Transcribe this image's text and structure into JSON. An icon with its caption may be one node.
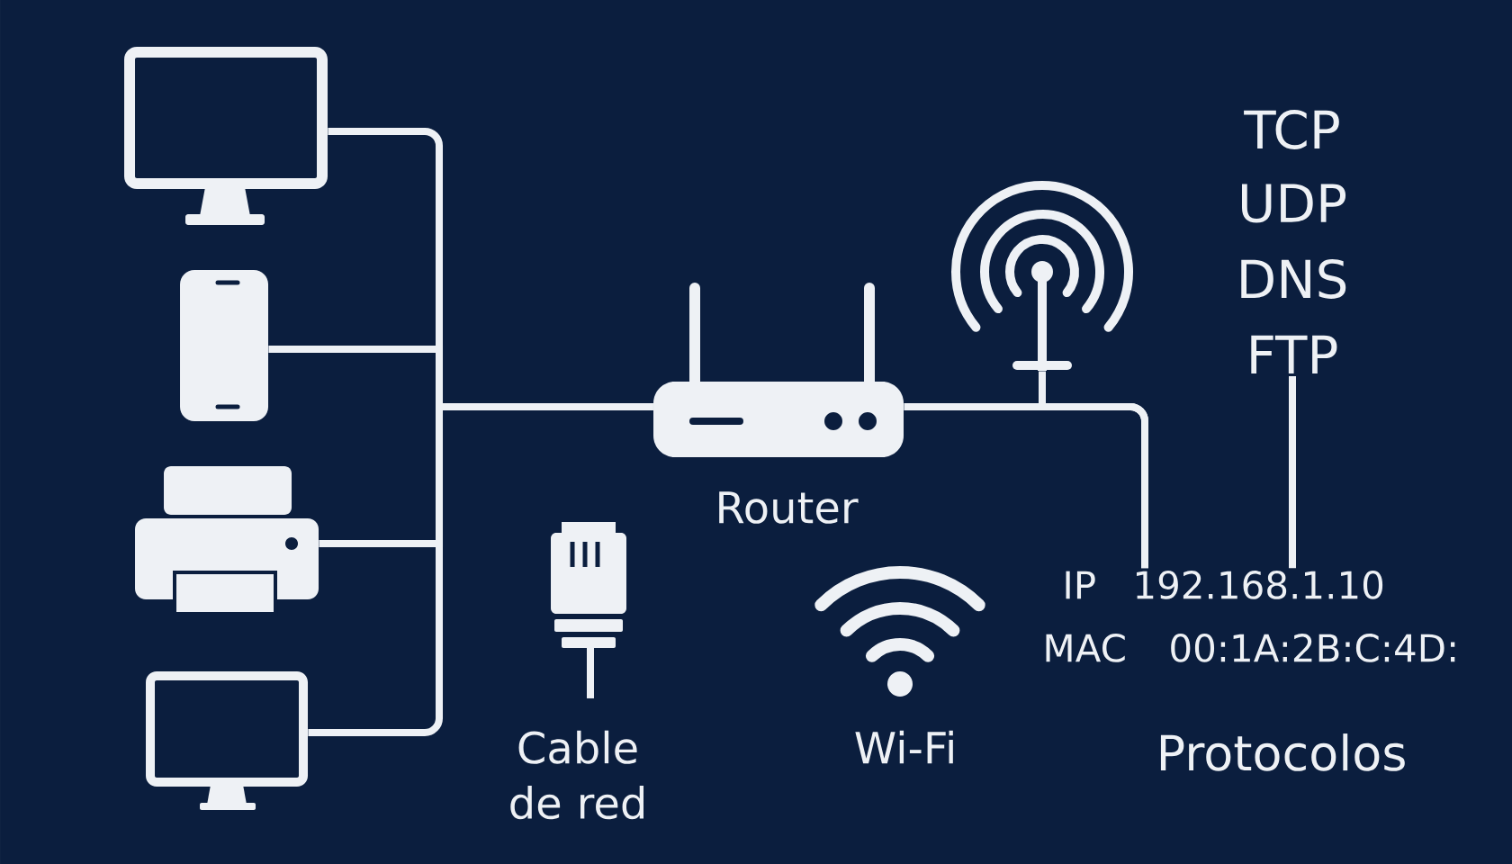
{
  "diagram": {
    "nodes": [
      {
        "text": [],
        "shape": "picture"
      },
      {
        "text": [],
        "shape": "picture"
      },
      {
        "text": [],
        "shape": "picture"
      },
      {
        "text": [],
        "shape": "picture"
      },
      {
        "text": [],
        "shape": "picture",
        "beside": [
          "Router"
        ]
      },
      {
        "text": [],
        "shape": "picture"
      },
      {
        "text": [
          "TCP",
          "UDP",
          "DNS",
          "FTP"
        ]
      },
      {
        "text": [
          "IP",
          "192.168.1.10"
        ]
      },
      {
        "text": [],
        "shape": "picture",
        "beside": [
          "Cable de red"
        ]
      },
      {
        "text": [],
        "shape": "picture",
        "beside": [
          "Wi-Fi"
        ]
      }
    ],
    "edges": [
      {
        "from": 0,
        "to": 4,
        "arrow": "none"
      },
      {
        "from": 1,
        "to": 4,
        "arrow": "none"
      },
      {
        "from": 2,
        "to": 4,
        "arrow": "none"
      },
      {
        "from": 3,
        "to": 4,
        "arrow": "none"
      },
      {
        "from": 4,
        "to": 7,
        "arrow": "none"
      },
      {
        "from": 5,
        "to": 7,
        "arrow": "none"
      },
      {
        "from": 6,
        "to": 7,
        "arrow": "none"
      }
    ],
    "labels": [
      "MAC",
      "00:1A:2B:C:4D:",
      "Protocolos"
    ]
  }
}
